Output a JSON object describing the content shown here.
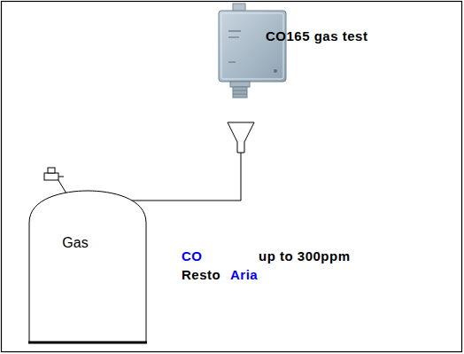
{
  "diagram": {
    "title": "CO165 gas test",
    "nodes": [
      {
        "text": [
          "Gas"
        ]
      }
    ],
    "labels": [
      "CO",
      "up to 300ppm",
      "Resto",
      "Aria"
    ]
  }
}
